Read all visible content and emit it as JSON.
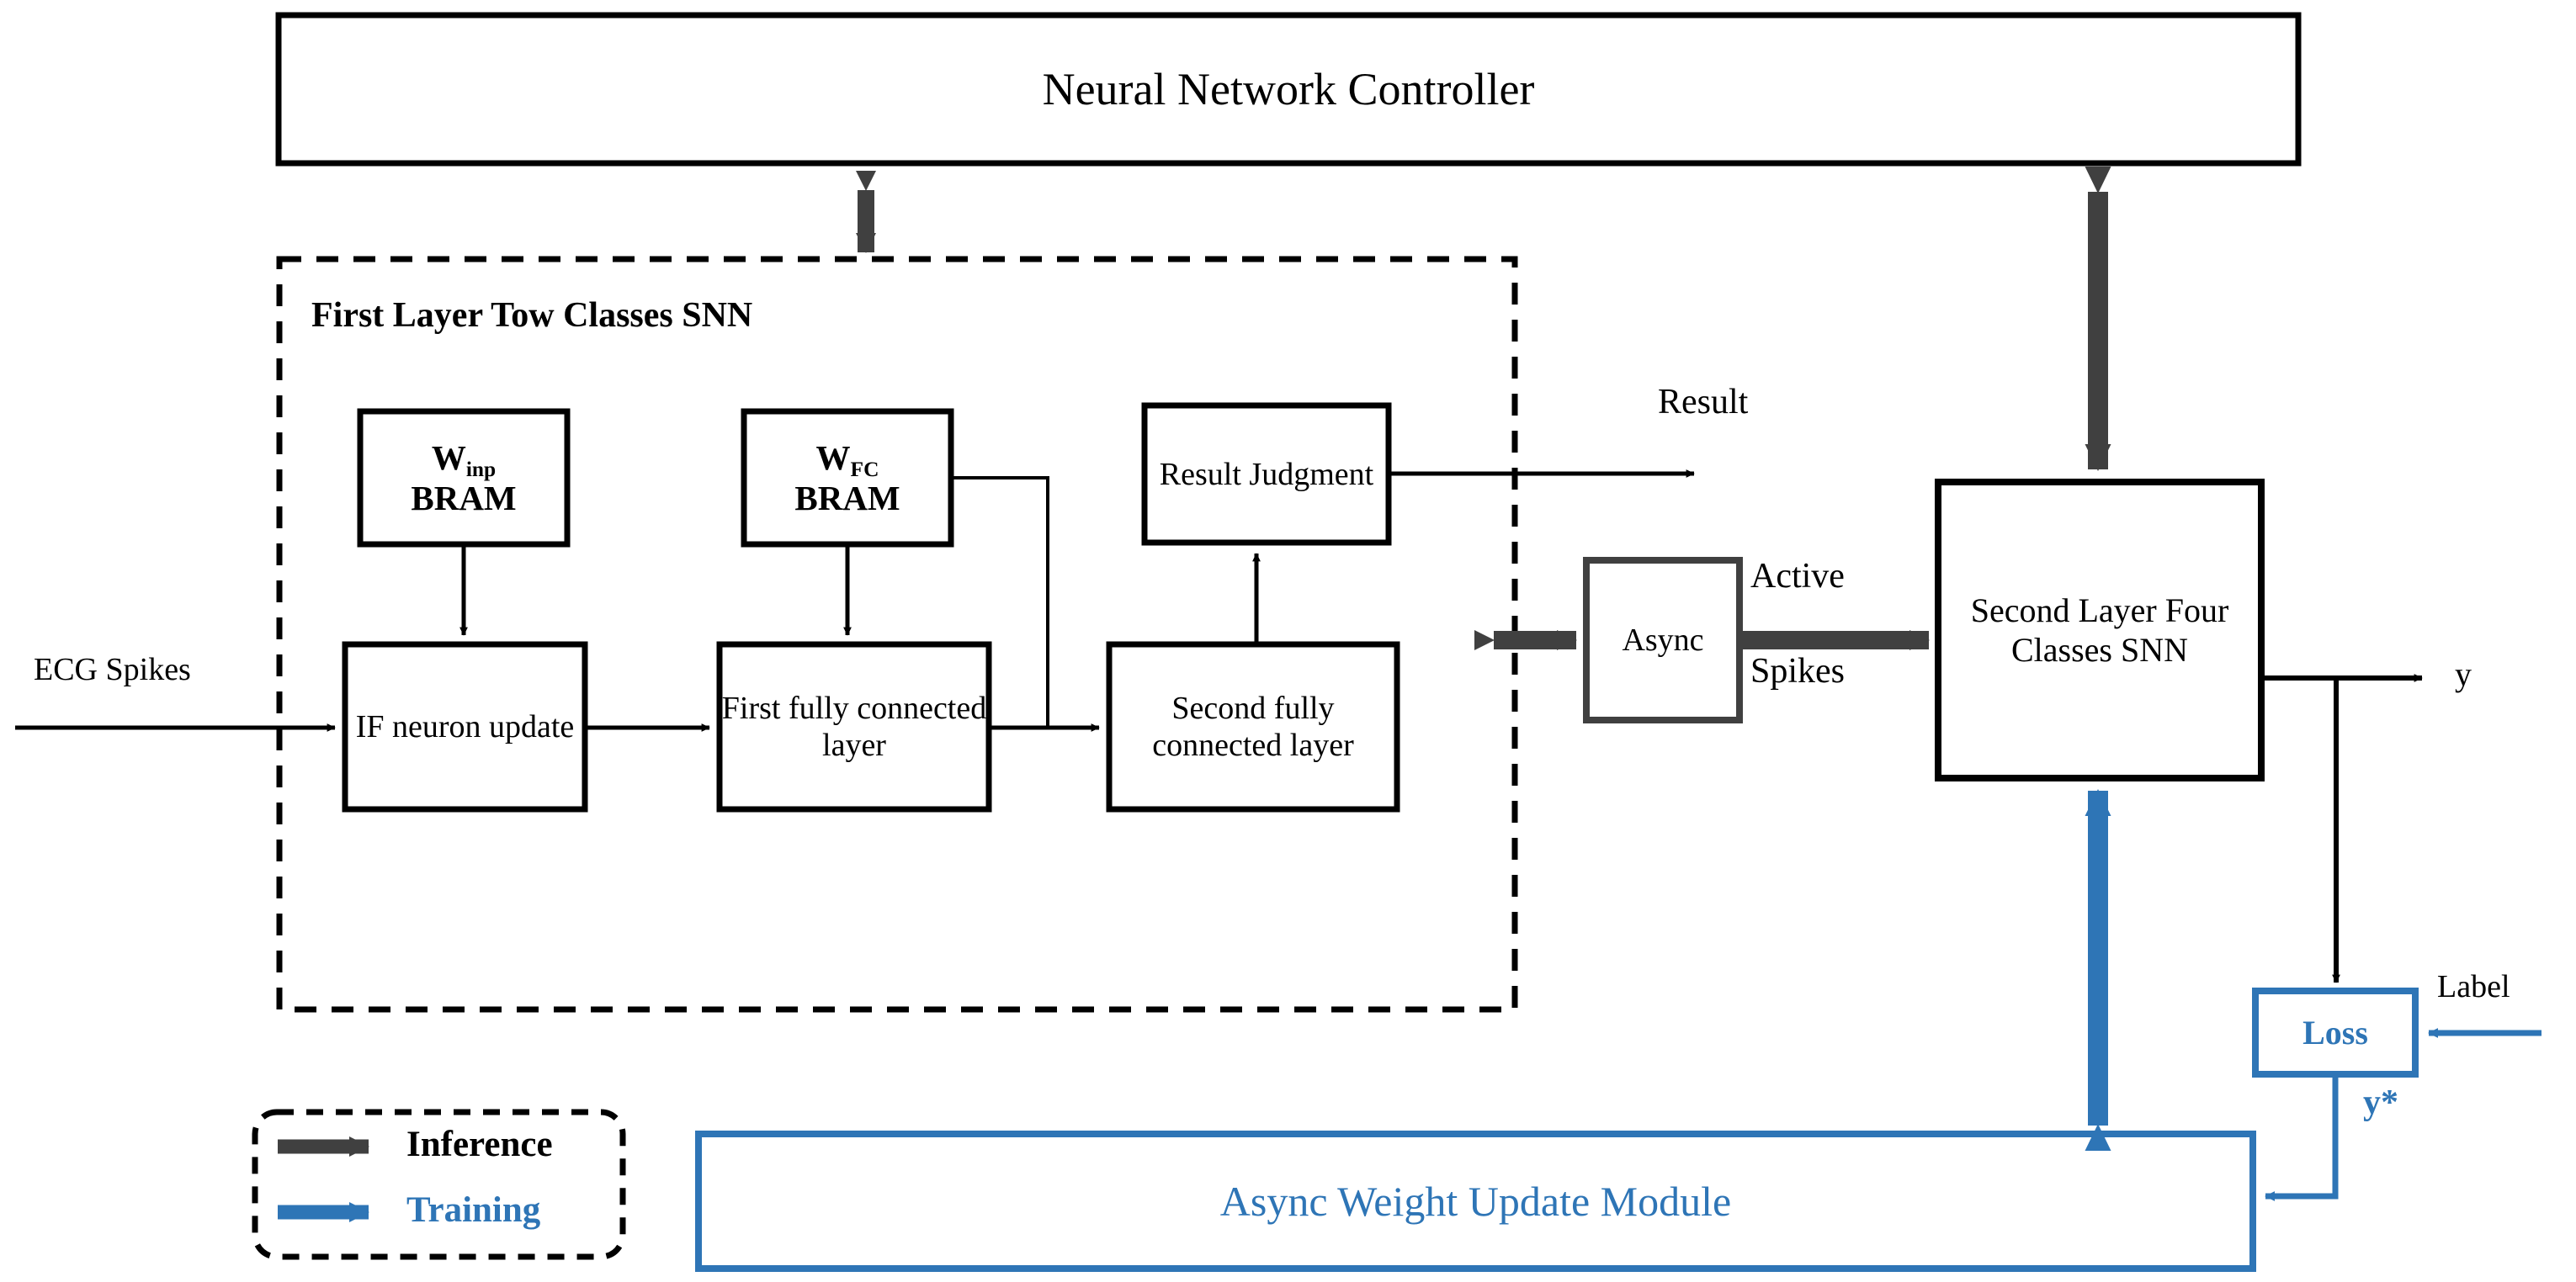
{
  "colors": {
    "inference_arrow": "#404040",
    "training_arrow": "#2E75B6",
    "box_stroke": "#000000",
    "async_stroke": "#404040",
    "background": "#FFFFFF"
  },
  "controller": {
    "title": "Neural Network Controller"
  },
  "first_layer_group": {
    "title": "First Layer Tow Classes SNN",
    "blocks": [
      {
        "id": "w-inp-bram",
        "line1": "W",
        "sub1": "inp",
        "line2": "BRAM"
      },
      {
        "id": "w-fc-bram",
        "line1": "W",
        "sub1": "FC",
        "line2": "BRAM"
      },
      {
        "id": "result-judgment",
        "label": "Result\nJudgment"
      },
      {
        "id": "if-neuron-update",
        "label": "IF neuron\nupdate"
      },
      {
        "id": "first-fc-layer",
        "label": "First fully\nconnected\nlayer"
      },
      {
        "id": "second-fc-layer",
        "label": "Second fully\nconnected\nlayer"
      }
    ]
  },
  "async_block": {
    "label": "Async"
  },
  "second_layer_block": {
    "label": "Second Layer\nFour Classes\nSNN"
  },
  "weight_update_block": {
    "label": "Async Weight Update Module"
  },
  "loss_block": {
    "label": "Loss"
  },
  "signal_labels": {
    "input": "ECG Spikes",
    "result": "Result",
    "active": "Active",
    "spikes": "Spikes",
    "output_y": "y",
    "label_in": "Label",
    "y_star": "y*"
  },
  "legend": {
    "items": [
      {
        "key": "inference",
        "label": "Inference",
        "color": "#404040"
      },
      {
        "key": "training",
        "label": "Training",
        "color": "#2E75B6"
      }
    ]
  }
}
